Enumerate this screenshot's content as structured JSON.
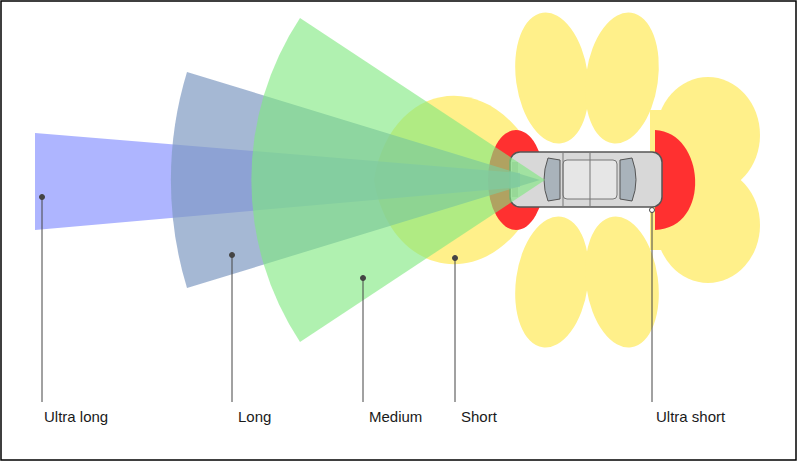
{
  "diagram": {
    "labels": [
      "Ultra long",
      "Long",
      "Medium",
      "Short",
      "Ultra short"
    ]
  }
}
